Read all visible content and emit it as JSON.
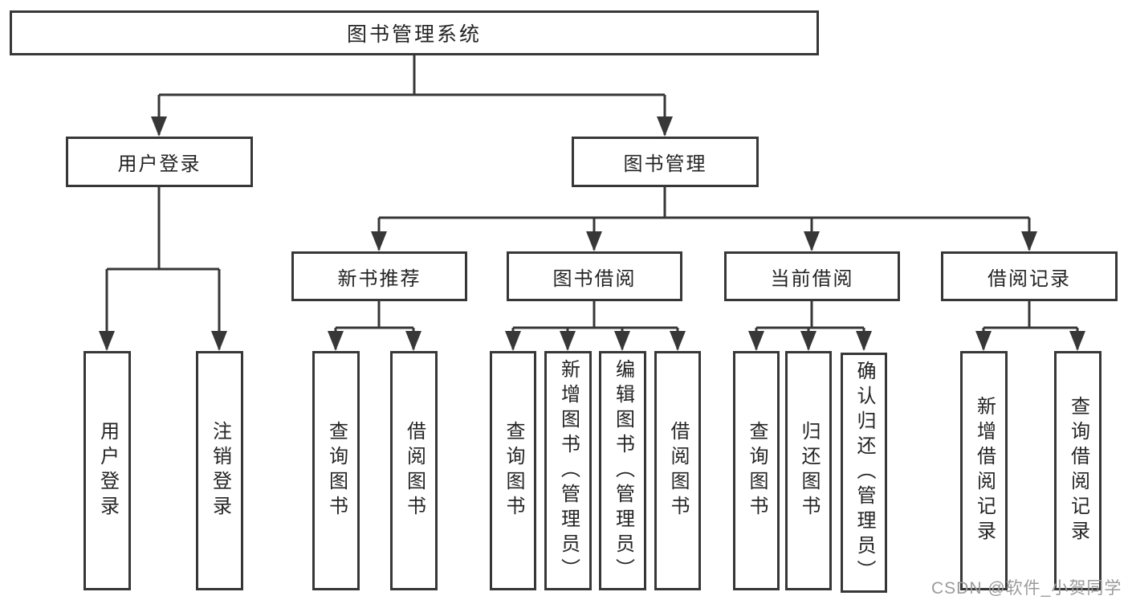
{
  "tree": {
    "root": {
      "label": "图书管理系统",
      "children": [
        {
          "label": "用户登录",
          "children": [
            {
              "label": "用户登录"
            },
            {
              "label": "注销登录"
            }
          ]
        },
        {
          "label": "图书管理",
          "children": [
            {
              "label": "新书推荐",
              "children": [
                {
                  "label": "查询图书"
                },
                {
                  "label": "借阅图书"
                }
              ]
            },
            {
              "label": "图书借阅",
              "children": [
                {
                  "label": "查询图书"
                },
                {
                  "label": "新增图书（管理员）"
                },
                {
                  "label": "编辑图书（管理员）"
                },
                {
                  "label": "借阅图书"
                }
              ]
            },
            {
              "label": "当前借阅",
              "children": [
                {
                  "label": "查询图书"
                },
                {
                  "label": "归还图书"
                },
                {
                  "label": "确认归还（管理员）"
                }
              ]
            },
            {
              "label": "借阅记录",
              "children": [
                {
                  "label": "新增借阅记录"
                },
                {
                  "label": "查询借阅记录"
                }
              ]
            }
          ]
        }
      ]
    }
  },
  "watermark": {
    "text": "CSDN @软件_小贺同学"
  },
  "colors": {
    "line": "#373737",
    "text": "#242424",
    "watermark": "#9b9b9b",
    "background": "#ffffff"
  }
}
